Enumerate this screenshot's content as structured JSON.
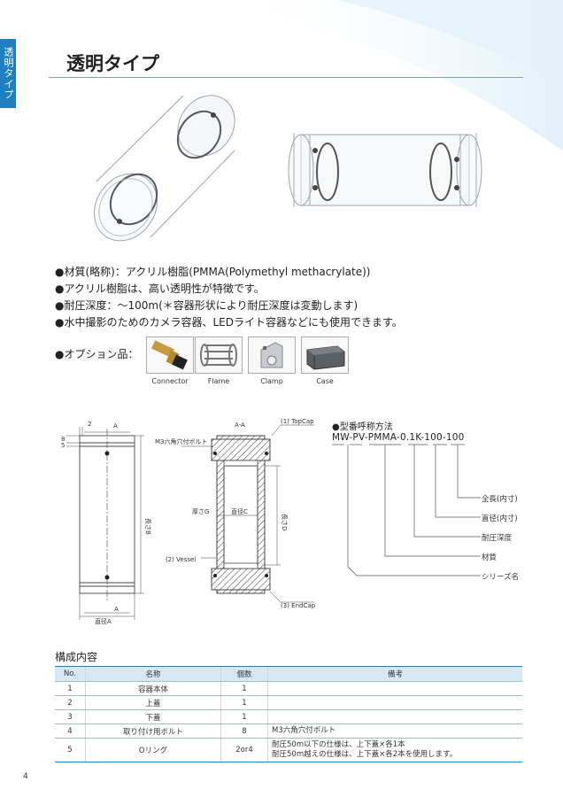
{
  "side_tab": "透明タイプ",
  "title": "透明タイプ",
  "bullets": [
    "●材質(略称)：アクリル樹脂(PMMA(Polymethyl methacrylate))",
    "●アクリル樹脂は、高い透明性が特徴です。",
    "●耐圧深度：～100m(＊容器形状により耐圧深度は変動します)",
    "●水中撮影のためのカメラ容器、LEDライト容器などにも使用できます。"
  ],
  "options": {
    "label": "●オプション品：",
    "items": [
      {
        "name": "Connector",
        "icon": "connector-icon"
      },
      {
        "name": "Flame",
        "icon": "flame-icon"
      },
      {
        "name": "Clamp",
        "icon": "clamp-icon"
      },
      {
        "name": "Case",
        "icon": "case-icon"
      }
    ]
  },
  "drawing": {
    "dim_2": "2",
    "dim_a_top": "A",
    "dim_a_bottom": "A",
    "dim_8": "8",
    "dim_5": "5",
    "length_b": "長さB",
    "diameter_a": "直径A",
    "section_title": "A-A",
    "top_cap": "(1) TopCap",
    "bolt": "M3六角穴付ボルト",
    "thickness": "厚さG",
    "diameter_c": "直径C",
    "length_d": "長さD",
    "vessel": "(2) Vessel",
    "end_cap": "(3) EndCap"
  },
  "model": {
    "title": "●型番呼称方法",
    "parts": [
      "MW",
      "-",
      "PV",
      "-",
      "PMMA",
      "-",
      "0.1K",
      "-",
      "100",
      "-",
      "100"
    ],
    "labels": [
      "全長(内寸)",
      "直径(内寸)",
      "耐圧深度",
      "材質",
      "シリーズ名"
    ]
  },
  "table": {
    "title": "構成内容",
    "headers": [
      "No.",
      "名称",
      "個数",
      "備考"
    ],
    "rows": [
      {
        "no": "1",
        "name": "容器本体",
        "qty": "1",
        "note1": "",
        "note2": ""
      },
      {
        "no": "2",
        "name": "上蓋",
        "qty": "1",
        "note1": "",
        "note2": ""
      },
      {
        "no": "3",
        "name": "下蓋",
        "qty": "1",
        "note1": "",
        "note2": ""
      },
      {
        "no": "4",
        "name": "取り付け用ボルト",
        "qty": "8",
        "note1": "M3六角穴付ボルト",
        "note2": ""
      },
      {
        "no": "5",
        "name": "Oリング",
        "qty": "2or4",
        "note1": "耐圧50m以下の仕様は、上下蓋×各1本",
        "note2": "耐圧50m越えの仕様は、上下蓋×各2本を使用します。"
      }
    ]
  },
  "page_number": "4",
  "colors": {
    "accent": "#1f7fc1",
    "rule": "#6fa8cf",
    "table_head": "#d7e8f4"
  }
}
